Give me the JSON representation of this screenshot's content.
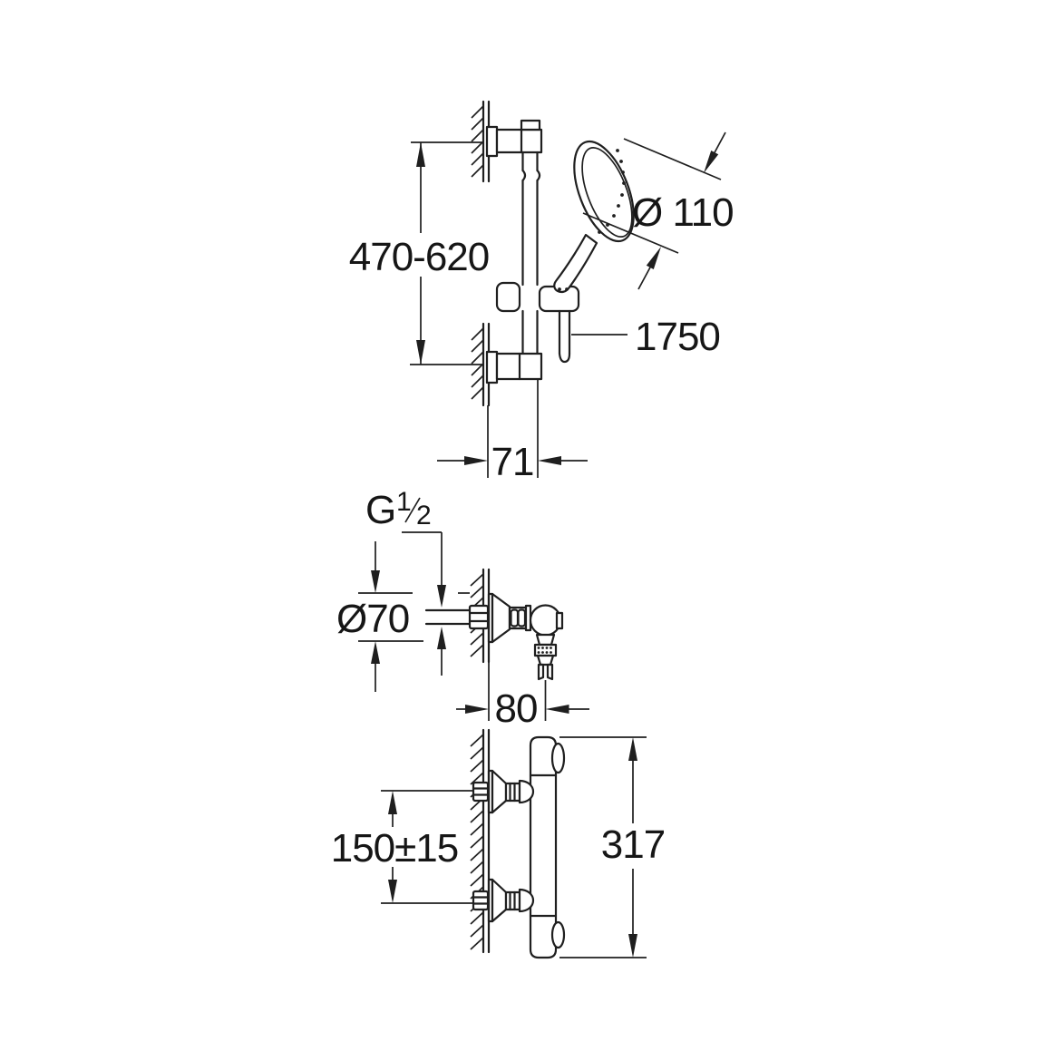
{
  "drawing": {
    "type": "technical-installation-drawing",
    "colors": {
      "line": "#1f1f1f",
      "background": "#ffffff"
    },
    "rail_figure": {
      "bracket_span_label": "470-620",
      "head_diameter_label": "Ø 110",
      "hose_length_label": "1750",
      "wall_offset_label": "71"
    },
    "union_figure": {
      "thread_main": "G",
      "thread_numerator": "1",
      "thread_slash": "/",
      "thread_denominator": "2",
      "escutcheon_diameter_label": "Ø70",
      "wall_offset_label": "80"
    },
    "mixer_figure": {
      "inlet_spacing_label": "150±15",
      "total_height_label": "317"
    }
  }
}
